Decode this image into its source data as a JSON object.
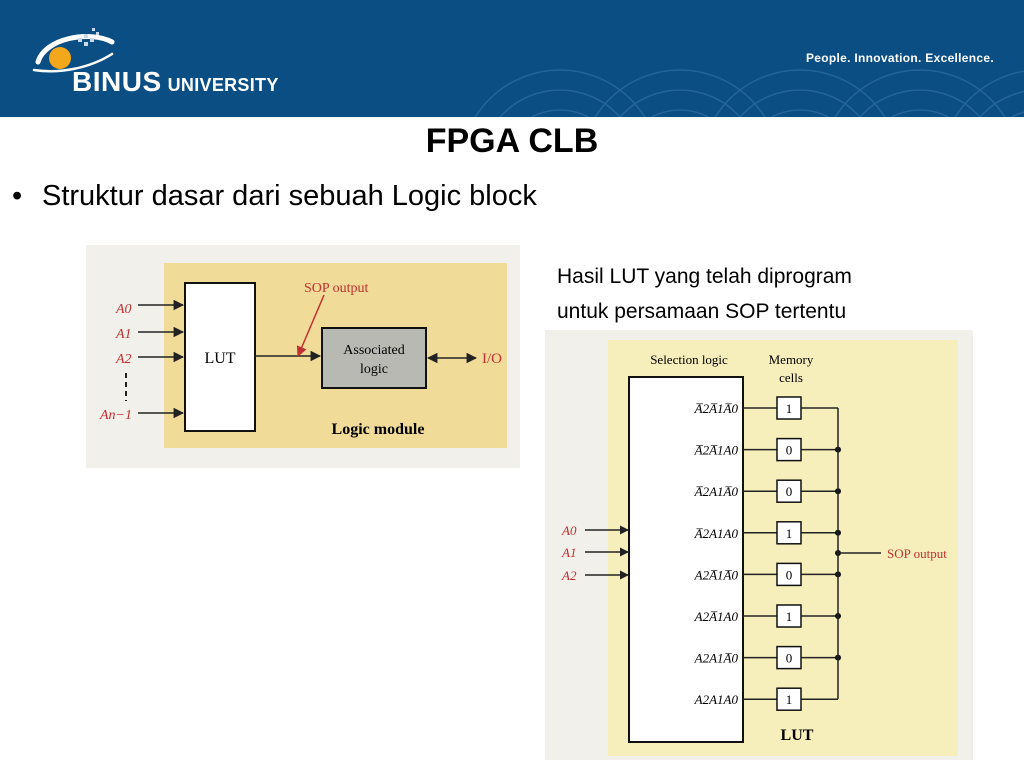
{
  "header": {
    "logo_name": "BINUS",
    "logo_suffix": "UNIVERSITY",
    "tagline": "People. Innovation. Excellence.",
    "bg_color": "#0a4e84"
  },
  "slide": {
    "title": "FPGA CLB",
    "bullet": "Struktur dasar dari sebuah Logic block",
    "caption_line1": "Hasil LUT yang telah diprogram",
    "caption_line2": "untuk persamaan SOP tertentu"
  },
  "logic_block_figure": {
    "inputs": [
      "A0",
      "A1",
      "A2",
      "An−1"
    ],
    "lut_label": "LUT",
    "sop_label": "SOP output",
    "assoc_line1": "Associated",
    "assoc_line2": "logic",
    "io_label": "I/O",
    "module_label": "Logic module",
    "panel_color": "#f0dc98"
  },
  "lut_figure": {
    "selection_label": "Selection logic",
    "memory_label_line1": "Memory",
    "memory_label_line2": "cells",
    "inputs": [
      "A0",
      "A1",
      "A2"
    ],
    "rows": [
      {
        "term": "A̅2A̅1A̅0",
        "value": "1"
      },
      {
        "term": "A̅2A̅1A0",
        "value": "0"
      },
      {
        "term": "A̅2A1A̅0",
        "value": "0"
      },
      {
        "term": "A̅2A1A0",
        "value": "1"
      },
      {
        "term": "A2A̅1A̅0",
        "value": "0"
      },
      {
        "term": "A2A̅1A0",
        "value": "1"
      },
      {
        "term": "A2A1A̅0",
        "value": "0"
      },
      {
        "term": "A2A1A0",
        "value": "1"
      }
    ],
    "sop_label": "SOP output",
    "lut_label": "LUT",
    "panel_color": "#f6eebb"
  }
}
